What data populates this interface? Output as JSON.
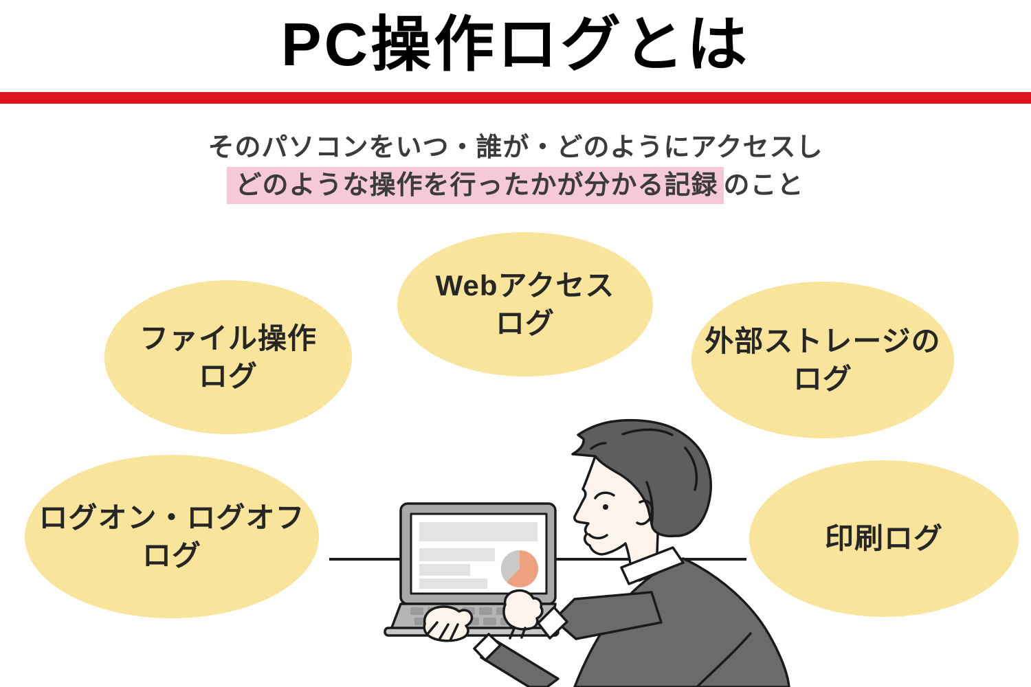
{
  "header": {
    "title": "PC操作ログとは",
    "divider_color": "#DE141E"
  },
  "subtitle": {
    "line1": "そのパソコンをいつ・誰が・どのようにアクセスし",
    "line2_highlight": "どのような操作を行ったかが分かる記録",
    "line2_rest": "のこと",
    "highlight_color": "#F6C9DA",
    "text_color": "#3B3B3B"
  },
  "log_types": [
    {
      "id": "file-operation-log",
      "label": "ファイル操作\nログ"
    },
    {
      "id": "web-access-log",
      "label": "Webアクセス\nログ"
    },
    {
      "id": "external-storage-log",
      "label": "外部ストレージの\nログ"
    },
    {
      "id": "logon-logoff-log",
      "label": "ログオン・ログオフ\nログ"
    },
    {
      "id": "print-log",
      "label": "印刷ログ"
    }
  ],
  "bubble_style": {
    "fill_color": "#F8E49A",
    "text_color": "#262626"
  },
  "illustration": {
    "description": "businessman in dark suit typing on a laptop at a desk, laptop screen shows document bars and a pie chart",
    "suit_color": "#6B6B6B",
    "hair_color": "#5E5E5E",
    "skin_color": "#FCF3EB",
    "laptop_frame_color": "#A9A9A9",
    "pie_orange": "#EDA17E",
    "pie_gray": "#C9C9C9"
  }
}
